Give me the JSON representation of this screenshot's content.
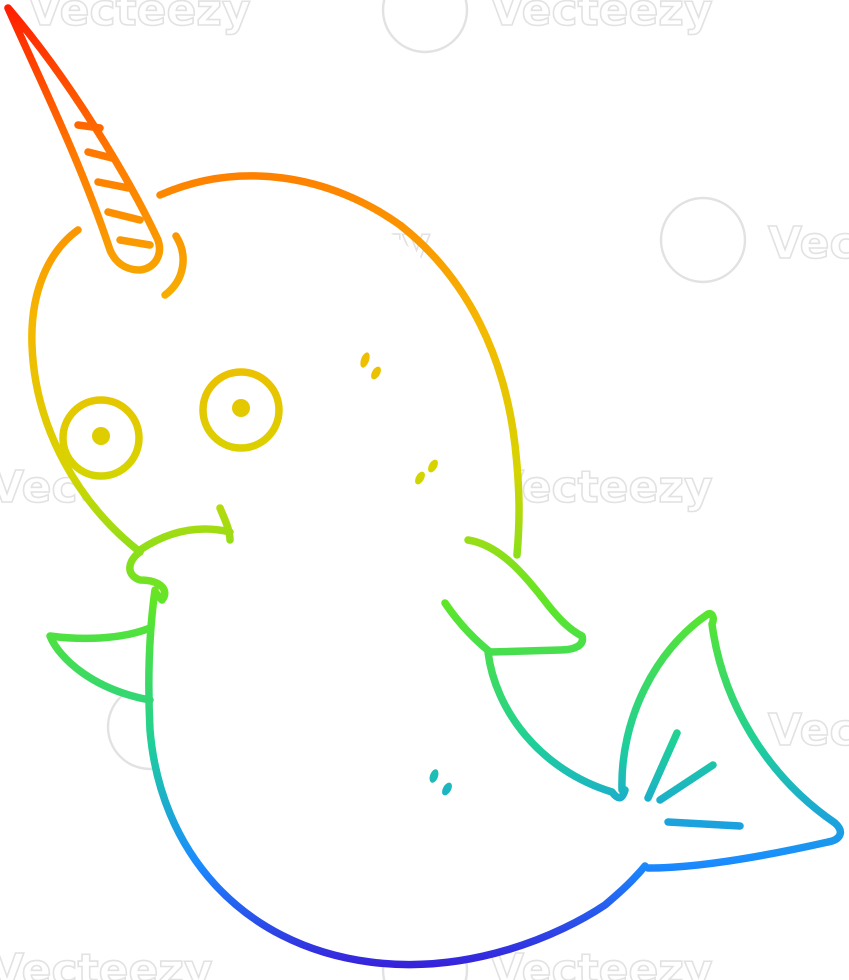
{
  "watermark": {
    "text": "Vecteezy",
    "text_partial": "Vec",
    "logo": "vecteezy-v-logo"
  },
  "illustration": {
    "subject": "narwhal-cartoon",
    "gradient_colors": [
      "#ff1a00",
      "#ff8a00",
      "#f5c400",
      "#8ae000",
      "#2fe05a",
      "#18c8b8",
      "#1a6cff",
      "#3a1ad8"
    ]
  }
}
